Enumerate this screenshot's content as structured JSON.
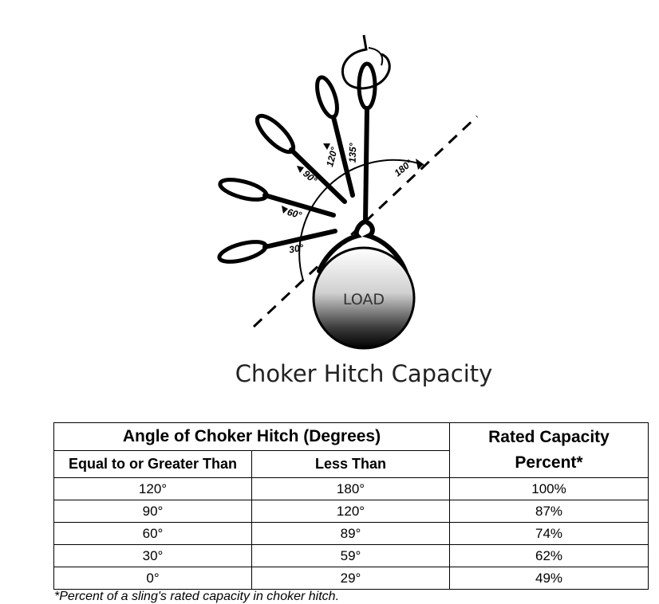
{
  "diagram": {
    "angle_labels": [
      "30°",
      "60°",
      "90°",
      "120°",
      "135°",
      "180°"
    ],
    "load_label": "LOAD",
    "caption": "Choker Hitch Capacity"
  },
  "table": {
    "group_header": "Angle of Choker Hitch (Degrees)",
    "col_min": "Equal to or Greater Than",
    "col_max": "Less Than",
    "col_capacity_line1": "Rated Capacity",
    "col_capacity_line2": "Percent*",
    "rows": [
      {
        "min": "120°",
        "max": "180°",
        "capacity": "100%"
      },
      {
        "min": "90°",
        "max": "120°",
        "capacity": "87%"
      },
      {
        "min": "60°",
        "max": "89°",
        "capacity": "74%"
      },
      {
        "min": "30°",
        "max": "59°",
        "capacity": "62%"
      },
      {
        "min": "0°",
        "max": "29°",
        "capacity": "49%"
      }
    ]
  },
  "footnote": "*Percent of a sling's rated capacity in choker hitch."
}
